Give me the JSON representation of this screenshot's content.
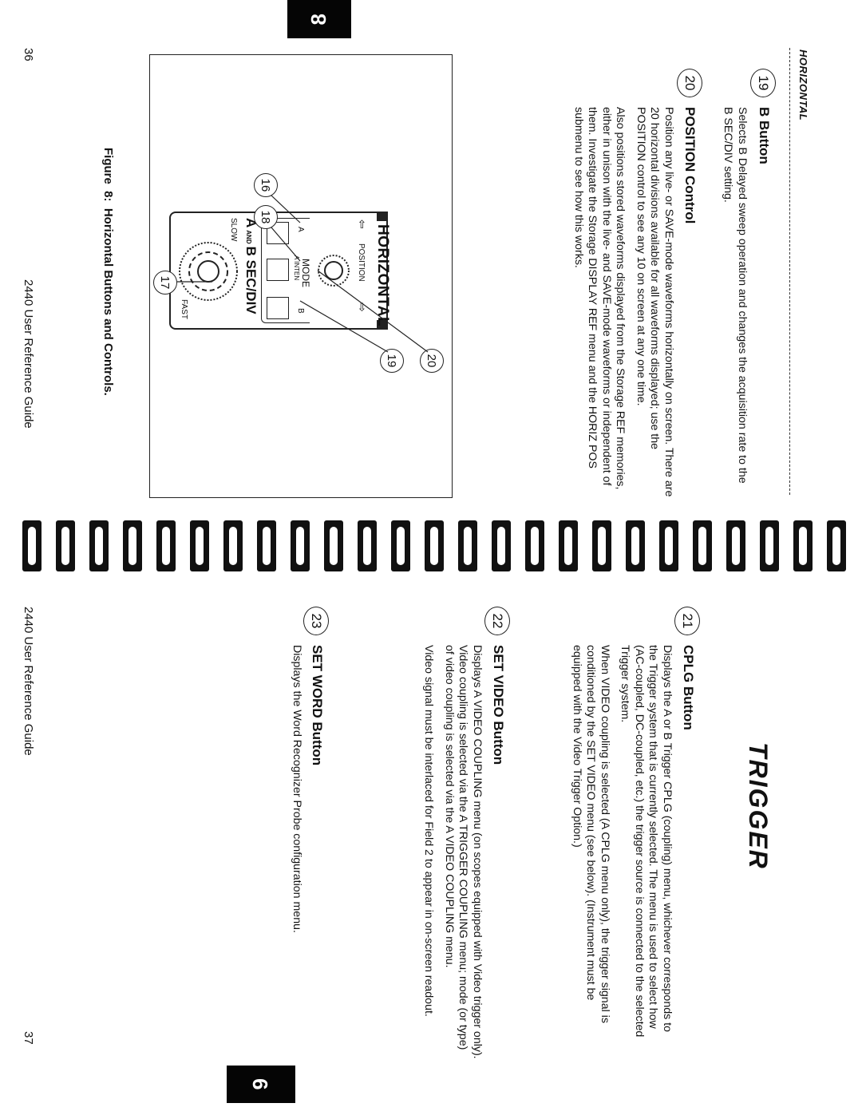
{
  "left_page": {
    "section_header": "HORIZONTAL",
    "tab_number": "8",
    "page_number": "36",
    "footer": "2440 User Reference Guide",
    "items": [
      {
        "number": "19",
        "title": "B Button",
        "paragraphs": [
          "Selects B Delayed sweep operation and changes the acquisition rate to the B SEC/DIV setting."
        ]
      },
      {
        "number": "20",
        "title": "POSITION Control",
        "paragraphs": [
          "Position any live- or SAVE-mode waveforms horizontally on screen. There are 20 horizontal divisions available for all waveforms displayed; use the POSITION control to see any 10 on screen at any one time.",
          "Also positions stored waveforms displayed from the Storage REF memories, either in unison with the live- and SAVE-mode waveforms or independent of them. Investigate the Storage DISPLAY REF menu and the HORIZ POS submenu to see how this works."
        ]
      }
    ],
    "figure": {
      "caption": "Figure  8:  Horizontal Buttons and Controls.",
      "panel_title": "HORIZONTAL",
      "position_label": "POSITION",
      "mode_label": "MODE",
      "mode_buttons": [
        "A",
        "A INTEN",
        "B"
      ],
      "sec_div_label_a": "A",
      "sec_div_label_and": "AND",
      "sec_div_label_rest": "B SEC/DIV",
      "slow_label": "SLOW",
      "fast_label": "FAST",
      "callouts": [
        "16",
        "18",
        "17",
        "20",
        "19"
      ]
    }
  },
  "right_page": {
    "title": "TRIGGER",
    "tab_number": "9",
    "page_number": "37",
    "footer": "2440 User Reference Guide",
    "items": [
      {
        "number": "21",
        "title": "CPLG Button",
        "paragraphs": [
          "Displays the A or B Trigger CPLG (coupling) menu, whichever corresponds to the Trigger system that is currently selected. The menu is used to select how (AC-coupled, DC-coupled, etc.) the trigger source is connected to the selected Trigger system.",
          "When VIDEO coupling is selected (A CPLG menu only), the trigger signal is conditioned by the SET VIDEO menu (see below). (Instrument must be equipped with the Video Trigger Option.)"
        ]
      },
      {
        "number": "22",
        "title": "SET VIDEO Button",
        "paragraphs": [
          "Displays A VIDEO COUPLING menu (on scopes equipped with Video trigger only). Video coupling is selected via the A TRIGGER COUPLING menu; mode (or type) of video coupling is selected via the A VIDEO COUPLING menu.",
          "Video signal must be interlaced for Field 2 to appear in on-screen readout."
        ]
      },
      {
        "number": "23",
        "title": "SET WORD Button",
        "paragraphs": [
          "Displays the Word Recognizer Probe configuration menu."
        ]
      }
    ]
  },
  "colors": {
    "ink": "#111111",
    "paper": "#ffffff",
    "tab": "#050505"
  }
}
